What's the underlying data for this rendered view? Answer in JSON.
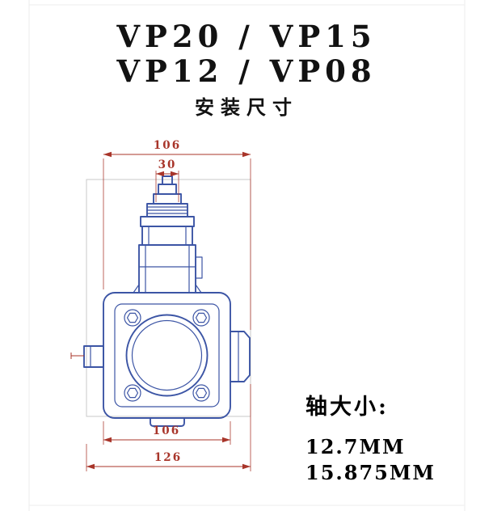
{
  "title": {
    "line1": "VP20 / VP15",
    "line2": "VP12 / VP08",
    "subtitle": "安装尺寸"
  },
  "dimensions": {
    "top_width": "106",
    "adjuster_width": "30",
    "body_width": "106",
    "overall_width": "126"
  },
  "shaft": {
    "label": "轴大小:",
    "sizes": [
      "12.7MM",
      "15.875MM"
    ]
  },
  "colors": {
    "drawing": "#3c55a5",
    "dimension": "#a8352a",
    "frame": "#c9c9c9",
    "page-border": "#ededed",
    "title": "#121212"
  }
}
